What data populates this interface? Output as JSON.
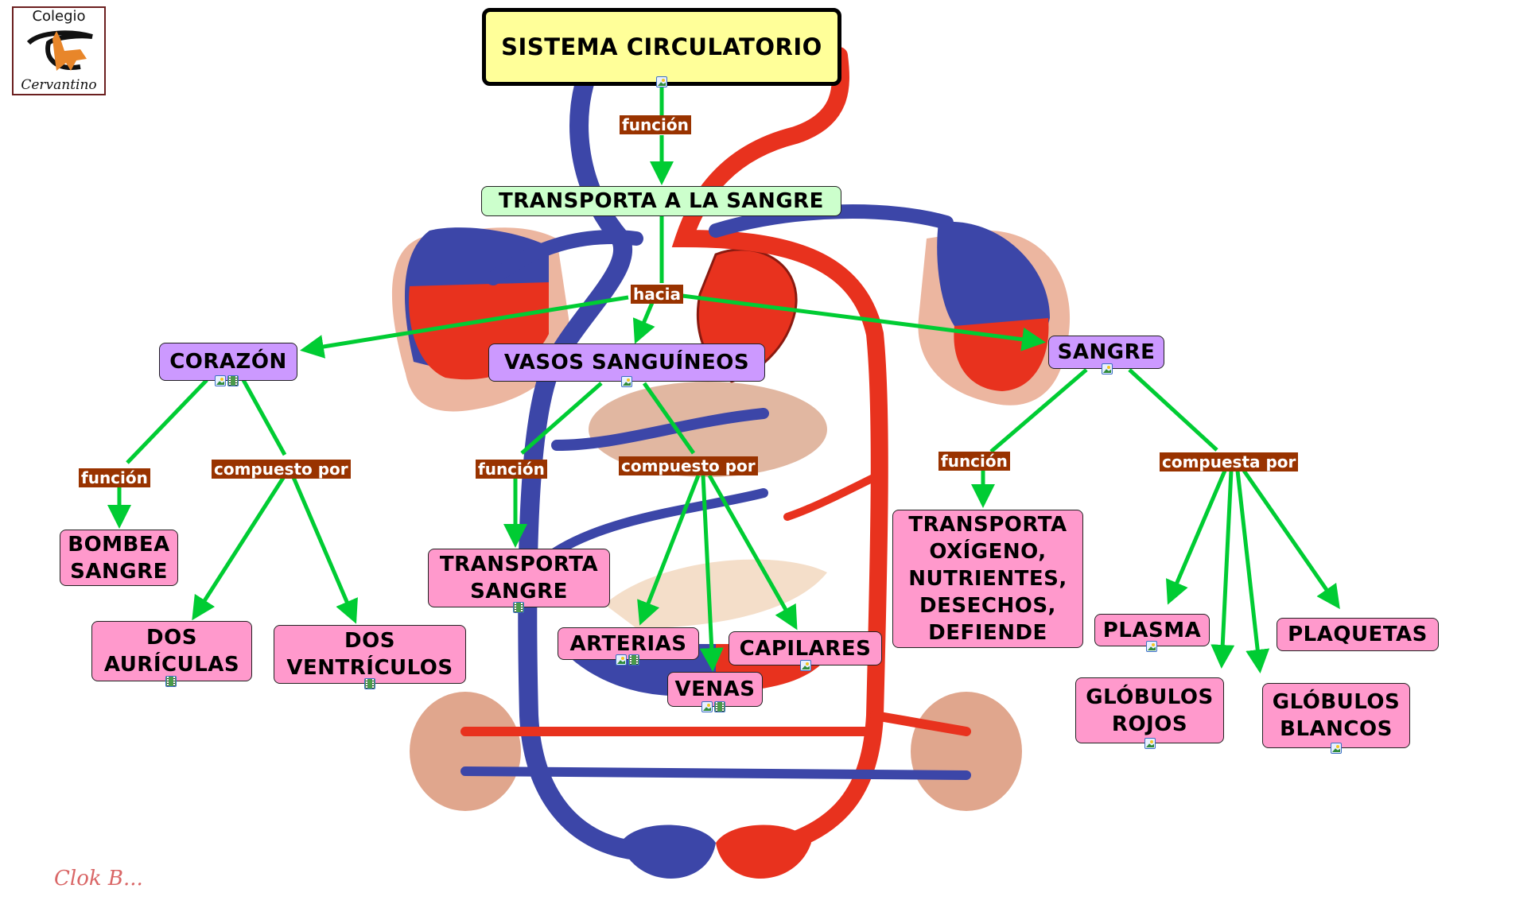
{
  "logo": {
    "top_text": "Colegio",
    "bottom_text": "Cervantino"
  },
  "colors": {
    "title_fill": "#ffff99",
    "sub_fill": "#ccffcc",
    "category_fill": "#cc99ff",
    "leaf_fill": "#ff99cc",
    "link_label_fill": "#993300",
    "arrow": "#00cc33",
    "artery_red": "#e8321e",
    "vein_blue": "#3c46a8",
    "organ_skin": "#e9a98f"
  },
  "nodes": {
    "title": {
      "text": "SISTEMA CIRCULATORIO",
      "icons": [
        "image-icon"
      ]
    },
    "transporta_sangre_main": {
      "text": "TRANSPORTA A LA SANGRE",
      "icons": []
    },
    "corazon": {
      "text": "CORAZÓN",
      "icons": [
        "image-icon",
        "video-icon"
      ]
    },
    "vasos": {
      "text": "VASOS SANGUÍNEOS",
      "icons": [
        "image-icon"
      ]
    },
    "sangre": {
      "text": "SANGRE",
      "icons": [
        "image-icon"
      ]
    },
    "bombea": {
      "text": "BOMBEA\nSANGRE",
      "icons": []
    },
    "auriculas": {
      "text": "DOS\nAURÍCULAS",
      "icons": [
        "video-icon"
      ]
    },
    "ventriculos": {
      "text": "DOS\nVENTRÍCULOS",
      "icons": [
        "video-icon"
      ]
    },
    "transporta_sangre": {
      "text": "TRANSPORTA\nSANGRE",
      "icons": [
        "video-icon"
      ]
    },
    "arterias": {
      "text": "ARTERIAS",
      "icons": [
        "image-icon",
        "video-icon"
      ]
    },
    "capilares": {
      "text": "CAPILARES",
      "icons": [
        "image-icon"
      ]
    },
    "venas": {
      "text": "VENAS",
      "icons": [
        "image-icon",
        "video-icon"
      ]
    },
    "transporta_oxigeno": {
      "text": "TRANSPORTA\nOXÍGENO,\nNUTRIENTES,\nDESECHOS,\nDEFIENDE",
      "icons": []
    },
    "plasma": {
      "text": "PLASMA",
      "icons": [
        "image-icon"
      ]
    },
    "plaquetas": {
      "text": "PLAQUETAS",
      "icons": []
    },
    "globulos_rojos": {
      "text": "GLÓBULOS\nROJOS",
      "icons": [
        "image-icon"
      ]
    },
    "globulos_blancos": {
      "text": "GLÓBULOS\nBLANCOS",
      "icons": [
        "image-icon"
      ]
    }
  },
  "link_labels": {
    "funcion_main": "función",
    "hacia": "hacia",
    "corazon_funcion": "función",
    "corazon_compuesto": "compuesto por",
    "vasos_funcion": "función",
    "vasos_compuesto": "compuesto por",
    "sangre_funcion": "función",
    "sangre_compuesta": "compuesta por"
  },
  "signature": "Clok B..."
}
